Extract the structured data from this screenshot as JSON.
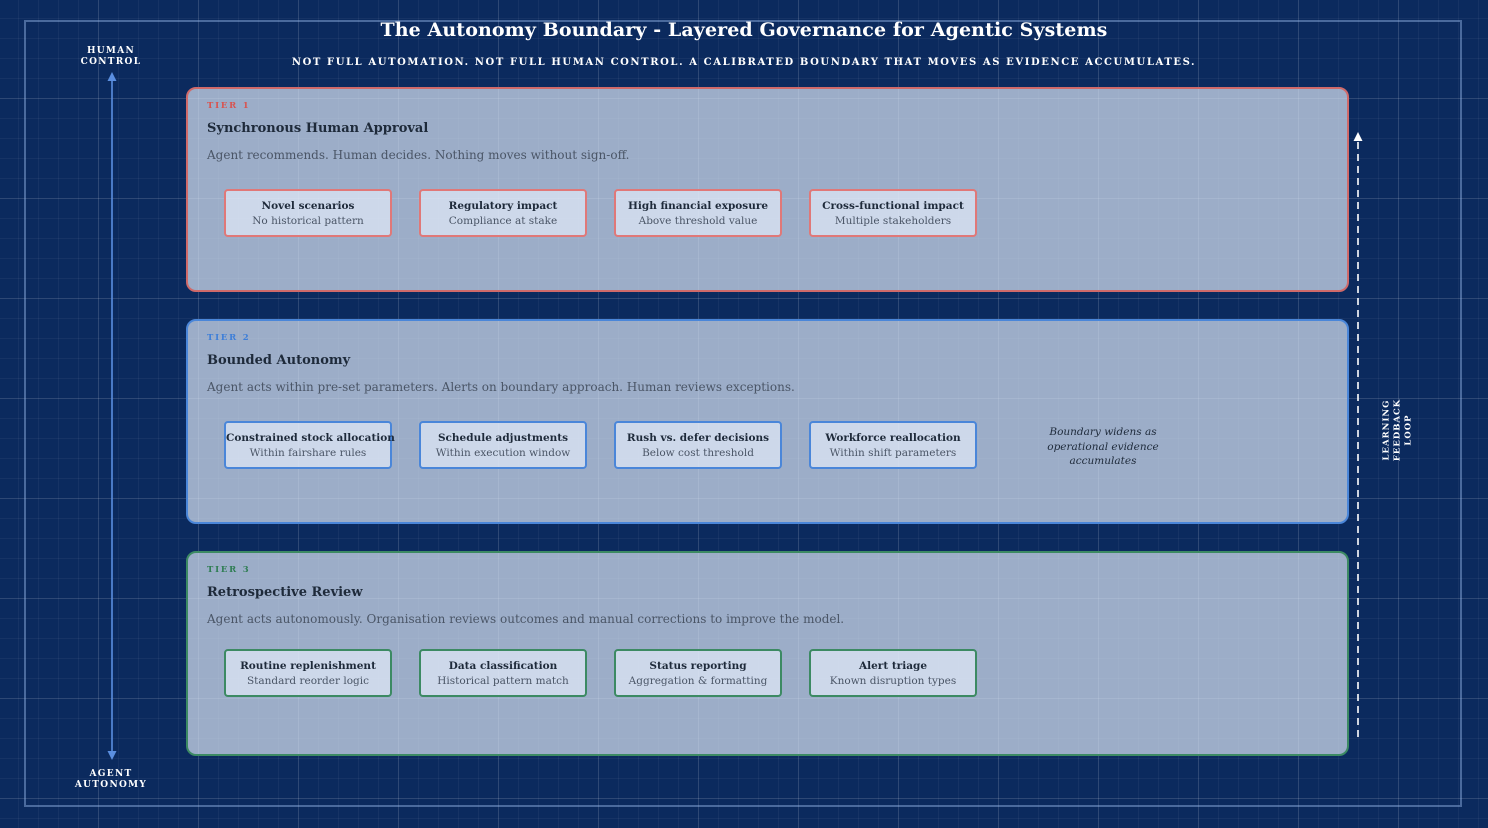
{
  "title": "The Autonomy Boundary - Layered Governance for Agentic Systems",
  "subtitle": "NOT FULL AUTOMATION. NOT FULL HUMAN CONTROL. A CALIBRATED BOUNDARY THAT MOVES AS EVIDENCE ACCUMULATES.",
  "axis": {
    "top_label": [
      "HUMAN",
      "CONTROL"
    ],
    "bottom_label": [
      "AGENT",
      "AUTONOMY"
    ],
    "arrow_color": "#5b8fe0"
  },
  "feedback_loop": {
    "label": [
      "LEARNING",
      "FEEDBACK",
      "LOOP"
    ],
    "direction": "upward",
    "style": "dashed"
  },
  "colors": {
    "background": "#0b2a5e",
    "tier1_accent": "#d06a6a",
    "tier2_accent": "#4a86d9",
    "tier3_accent": "#3c8a63",
    "panel_fill": "#dae5f5"
  },
  "tiers": [
    {
      "tag": "TIER 1",
      "name": "Synchronous Human Approval",
      "description": "Agent recommends. Human decides. Nothing moves without sign-off.",
      "cards": [
        {
          "title": "Novel scenarios",
          "subtitle": "No historical pattern"
        },
        {
          "title": "Regulatory impact",
          "subtitle": "Compliance at stake"
        },
        {
          "title": "High financial exposure",
          "subtitle": "Above threshold value"
        },
        {
          "title": "Cross-functional impact",
          "subtitle": "Multiple stakeholders"
        }
      ]
    },
    {
      "tag": "TIER 2",
      "name": "Bounded Autonomy",
      "description": "Agent acts within pre-set parameters. Alerts on boundary approach. Human reviews exceptions.",
      "cards": [
        {
          "title": "Constrained stock allocation",
          "subtitle": "Within fairshare rules"
        },
        {
          "title": "Schedule adjustments",
          "subtitle": "Within execution window"
        },
        {
          "title": "Rush vs. defer decisions",
          "subtitle": "Below cost threshold"
        },
        {
          "title": "Workforce reallocation",
          "subtitle": "Within shift parameters"
        }
      ],
      "note": [
        "Boundary widens as",
        "operational evidence",
        "accumulates"
      ]
    },
    {
      "tag": "TIER 3",
      "name": "Retrospective Review",
      "description": "Agent acts autonomously. Organisation reviews outcomes and manual corrections to improve the model.",
      "cards": [
        {
          "title": "Routine replenishment",
          "subtitle": "Standard reorder logic"
        },
        {
          "title": "Data classification",
          "subtitle": "Historical pattern match"
        },
        {
          "title": "Status reporting",
          "subtitle": "Aggregation & formatting"
        },
        {
          "title": "Alert triage",
          "subtitle": "Known disruption types"
        }
      ]
    }
  ]
}
